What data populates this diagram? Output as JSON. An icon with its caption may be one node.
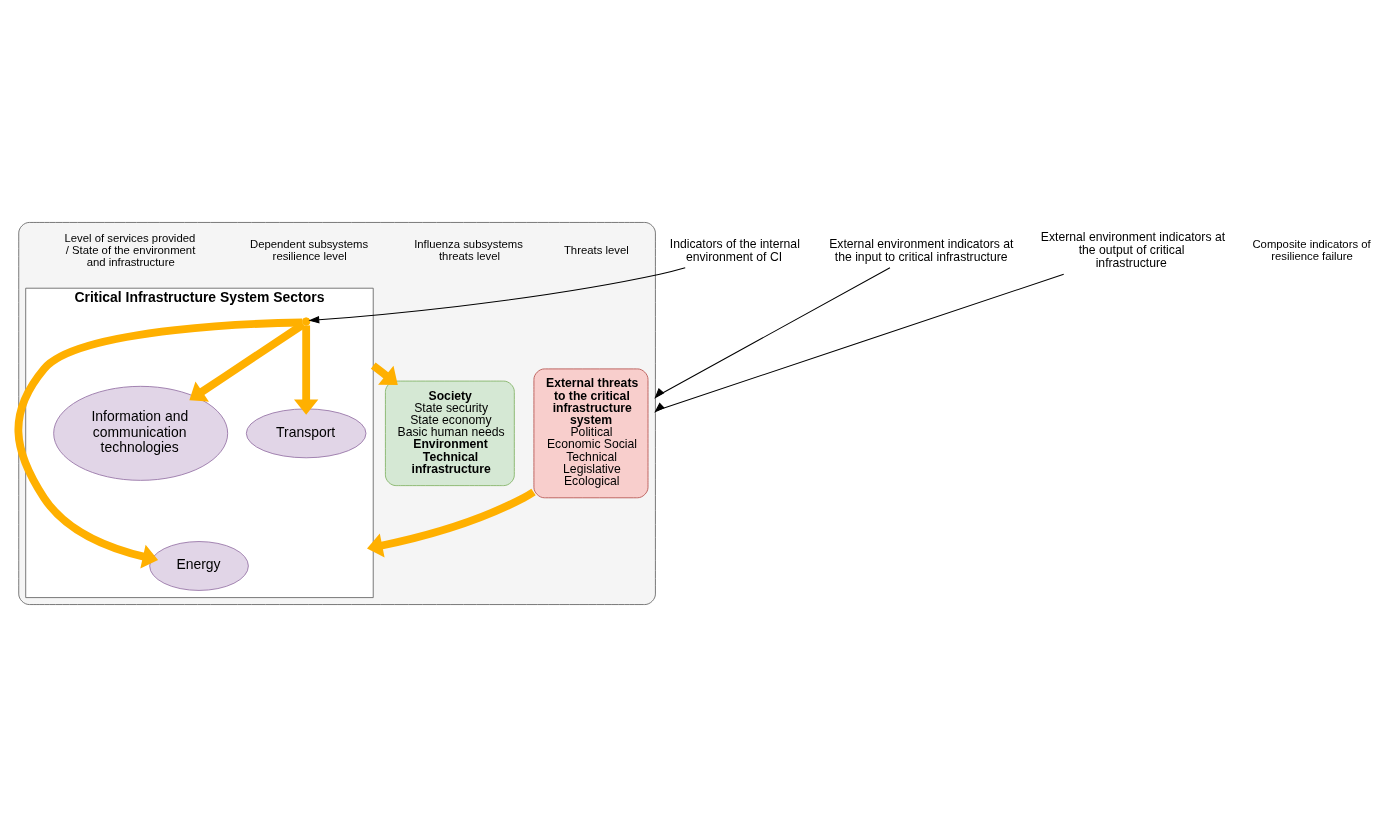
{
  "diagram": {
    "nodes": [
      {
        "text": [],
        "shape": "box"
      },
      {
        "text": [
          "External threats to the critical infrastructure system",
          "Political Economic Social Technical Legislative Ecological"
        ],
        "in": 0
      },
      {
        "text": [
          "Critical Infrastructure System Sectors"
        ],
        "in": 0
      },
      {
        "text": [
          "Energy"
        ],
        "in": 2
      },
      {
        "text": [
          "Information and communication technologies"
        ],
        "in": 2
      },
      {
        "text": [
          "Transport"
        ],
        "in": 2
      },
      {
        "text": [
          "Society",
          "State security State economy Basic human needs",
          "Environment",
          "Technical infrastructure"
        ],
        "in": 0
      },
      {
        "text": [
          "External environment indicators at the input to critical infrastructure"
        ]
      },
      {
        "text": [
          "Indicators of the internal environment of CI"
        ]
      },
      {
        "text": [
          "External environment indicators at the output of critical infrastructure"
        ]
      },
      {
        "text": [],
        "shape": "point",
        "in": 2
      }
    ],
    "edges": [
      {
        "from": 1,
        "to": 2,
        "arrow": "to"
      },
      {
        "from": 2,
        "to": 6,
        "arrow": "to"
      },
      {
        "from": 10,
        "to": 3,
        "arrow": "to"
      },
      {
        "from": 10,
        "to": 4,
        "arrow": "to"
      },
      {
        "from": 10,
        "to": 5,
        "arrow": "to"
      },
      {
        "from": 7,
        "to": 0,
        "arrow": "to",
        "color": "#000000"
      },
      {
        "from": 8,
        "to": 10,
        "arrow": "to",
        "color": "#000000"
      },
      {
        "from": 9,
        "to": 0,
        "arrow": "to",
        "color": "#000000"
      }
    ],
    "labels": [
      "Threats level",
      "Influenza subsystems threats level",
      "Dependent subsystems resilience level",
      "Level of services provided / State of the environment and infrastructure",
      "Composite indicators of resilience failure"
    ]
  }
}
